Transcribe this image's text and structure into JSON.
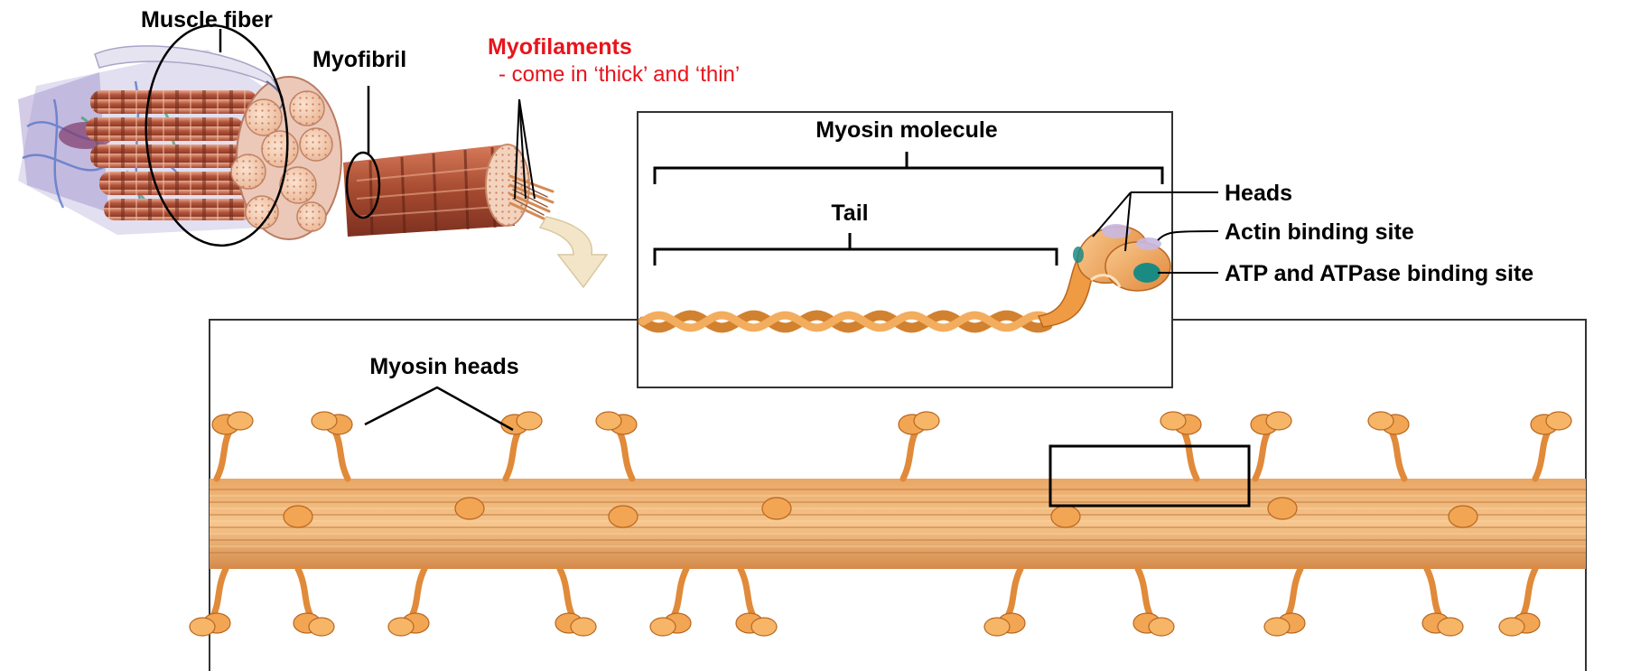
{
  "labels": {
    "muscle_fiber": "Muscle fiber",
    "myofibril": "Myofibril",
    "myofilaments": "Myofilaments",
    "myofilaments_note": "- come in ‘thick’ and ‘thin’",
    "myosin_molecule": "Myosin molecule",
    "tail": "Tail",
    "heads": "Heads",
    "actin_binding_site": "Actin binding site",
    "atp_binding_site": "ATP and ATPase binding site",
    "myosin_heads": "Myosin heads"
  },
  "colors": {
    "myofilament_label": "#e8141b",
    "myosin_orange": "#f0a04e",
    "myosin_dark": "#c8702a",
    "binding_site_teal": "#1b8a82",
    "arrow_cream": "#f3e6c8"
  }
}
